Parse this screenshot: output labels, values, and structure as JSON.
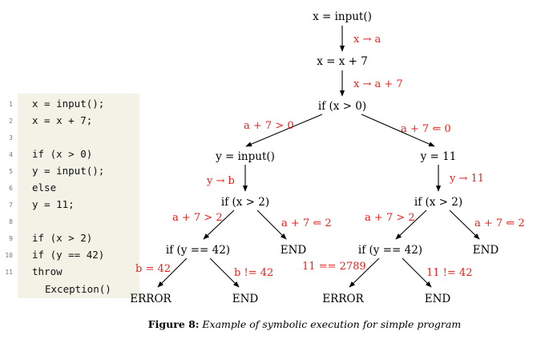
{
  "code_listing": {
    "lines": [
      {
        "n": "1",
        "text": "x = input();",
        "indent": 0
      },
      {
        "n": "2",
        "text": "x = x + 7;",
        "indent": 0
      },
      {
        "n": "3",
        "text": "",
        "indent": 0
      },
      {
        "n": "4",
        "text": "if (x > 0)",
        "indent": 0
      },
      {
        "n": "5",
        "text": "y = input();",
        "indent": 0
      },
      {
        "n": "6",
        "text": "else",
        "indent": 0
      },
      {
        "n": "7",
        "text": "y = 11;",
        "indent": 0
      },
      {
        "n": "8",
        "text": "",
        "indent": 0
      },
      {
        "n": "9",
        "text": "if (x > 2)",
        "indent": 0
      },
      {
        "n": "10",
        "text": "if (y == 42)",
        "indent": 0
      },
      {
        "n": "11",
        "text": "throw",
        "indent": 0
      },
      {
        "n": "",
        "text": "Exception()",
        "indent": 1
      }
    ]
  },
  "tree": {
    "nodes": {
      "root": "x = input()",
      "incr": "x = x + 7",
      "if_x0": "if (x > 0)",
      "y_input": "y = input()",
      "y_11": "y = 11",
      "if_x2_left": "if (x > 2)",
      "if_x2_right": "if (x > 2)",
      "if_y42_left": "if (y == 42)",
      "if_y42_right": "if (y == 42)",
      "end_left_outer": "END",
      "end_right_outer": "END",
      "error_left": "ERROR",
      "end_left_inner": "END",
      "error_right": "ERROR",
      "end_right_inner": "END"
    },
    "conditions": {
      "x_to_a": "x → a",
      "x_to_a7": "x → a + 7",
      "a7_gt0": "a + 7 > 0",
      "a7_not_gt0": "a + 7 ⇐ 0",
      "y_to_b": "y → b",
      "y_to_11": "y → 11",
      "a7_gt2_left": "a + 7 > 2",
      "a7_not_gt2_left": "a + 7 ⇐ 2",
      "a7_gt2_right": "a + 7 > 2",
      "a7_not_gt2_right": "a + 7 ⇐ 2",
      "b_eq_42": "b = 42",
      "b_ne_42": "b != 42",
      "eleven_eq_2789": "11 == 2789",
      "eleven_ne_42": "11 != 42"
    }
  },
  "caption": {
    "label": "Figure 8:",
    "text": "Example of symbolic execution for simple program"
  },
  "colors": {
    "condition": "#e8201c",
    "code_background": "#f2f2e7"
  }
}
